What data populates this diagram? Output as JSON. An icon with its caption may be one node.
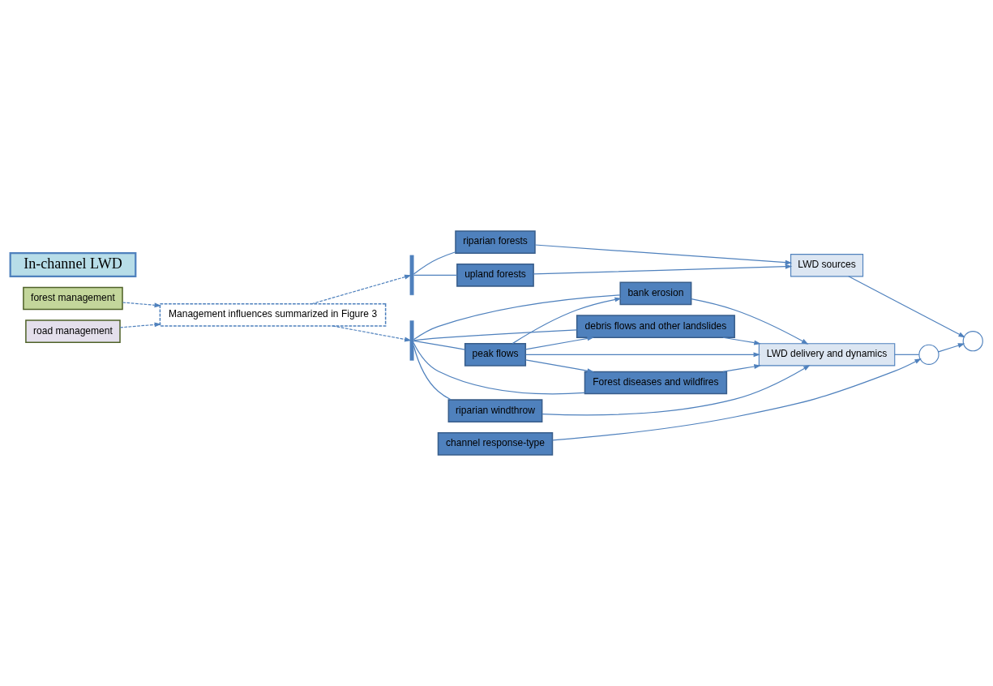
{
  "diagram": {
    "nodes": [
      {
        "text": [
          "forest management"
        ]
      },
      {
        "text": [
          "Management influences summarized in Figure 3"
        ]
      },
      {
        "text": [
          "road management"
        ]
      },
      {
        "text": [],
        "shape": "bracket"
      },
      {
        "text": [
          "riparian forests"
        ]
      },
      {
        "text": [
          "upland forests"
        ]
      },
      {
        "text": [
          "channel response-type"
        ]
      },
      {
        "text": [],
        "shape": "bracket"
      },
      {
        "text": [
          "riparian windthrow"
        ]
      },
      {
        "text": [
          "peak flows"
        ]
      },
      {
        "text": [
          "debris flows and other landslides"
        ]
      },
      {
        "text": [
          "Forest diseases and wildfires"
        ]
      },
      {
        "text": [
          "bank erosion"
        ]
      },
      {
        "text": [
          "LWD sources"
        ]
      },
      {
        "text": [],
        "shape": "circle"
      },
      {
        "text": [
          "LWD delivery and dynamics"
        ]
      },
      {
        "text": [],
        "shape": "circle"
      },
      {
        "text": [
          "In-channel LWD"
        ]
      }
    ],
    "edges": [
      {
        "from": 0,
        "to": 1,
        "arrow": "to",
        "style": "dashed"
      },
      {
        "from": 2,
        "to": 1,
        "arrow": "to",
        "style": "dashed"
      },
      {
        "from": 1,
        "to": 3,
        "arrow": "to",
        "style": "dashed"
      },
      {
        "from": 1,
        "to": 7,
        "arrow": "to",
        "style": "dashed"
      },
      {
        "from": 3,
        "to": 4,
        "arrow": "none"
      },
      {
        "from": 3,
        "to": 5,
        "arrow": "none"
      },
      {
        "from": 7,
        "to": 8,
        "arrow": "none"
      },
      {
        "from": 7,
        "to": 9,
        "arrow": "none"
      },
      {
        "from": 7,
        "to": 10,
        "arrow": "none"
      },
      {
        "from": 7,
        "to": 11,
        "arrow": "none"
      },
      {
        "from": 7,
        "to": 12,
        "arrow": "none"
      },
      {
        "from": 4,
        "to": 13,
        "arrow": "to"
      },
      {
        "from": 5,
        "to": 13,
        "arrow": "to"
      },
      {
        "from": 6,
        "to": 14,
        "arrow": "to"
      },
      {
        "from": 9,
        "to": 10,
        "arrow": "to"
      },
      {
        "from": 9,
        "to": 11,
        "arrow": "to"
      },
      {
        "from": 9,
        "to": 12,
        "arrow": "to"
      },
      {
        "from": 8,
        "to": 15,
        "arrow": "to"
      },
      {
        "from": 9,
        "to": 15,
        "arrow": "to"
      },
      {
        "from": 10,
        "to": 15,
        "arrow": "to"
      },
      {
        "from": 11,
        "to": 15,
        "arrow": "to"
      },
      {
        "from": 12,
        "to": 15,
        "arrow": "to"
      },
      {
        "from": 15,
        "to": 14,
        "arrow": "none"
      },
      {
        "from": 14,
        "to": 16,
        "arrow": "to"
      },
      {
        "from": 13,
        "to": 16,
        "arrow": "to"
      }
    ]
  }
}
